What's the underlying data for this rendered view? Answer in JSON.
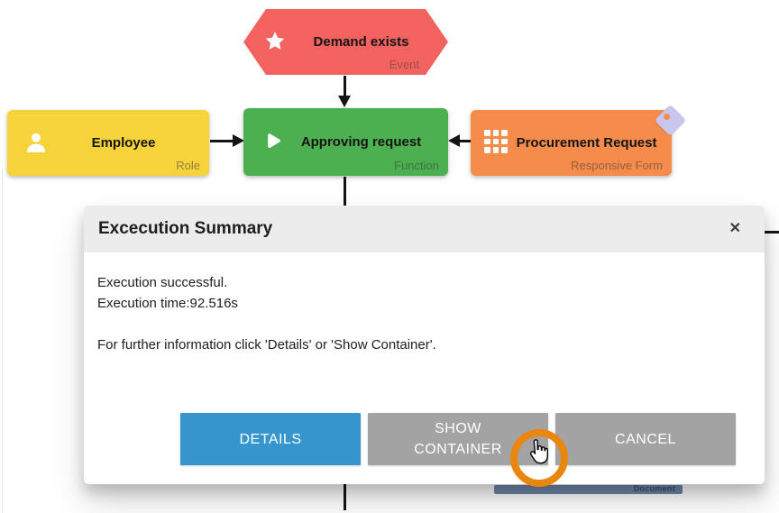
{
  "diagram": {
    "nodes": {
      "event": {
        "label": "Demand exists",
        "type_label": "Event",
        "color": "#f26360",
        "icon": "star-icon"
      },
      "role": {
        "label": "Employee",
        "type_label": "Role",
        "color": "#f6d33a",
        "icon": "person-icon"
      },
      "function": {
        "label": "Approving request",
        "type_label": "Function",
        "color": "#4cb050",
        "icon": "play-icon"
      },
      "form": {
        "label": "Procurement Request",
        "type_label": "Responsive Form",
        "color": "#f68c4c",
        "icon": "grid-icon"
      },
      "document": {
        "label": "Document",
        "color": "#6e87a8"
      }
    }
  },
  "modal": {
    "title": "Excecution Summary",
    "close_glyph": "✕",
    "body": {
      "line1": "Execution successful.",
      "line2": "Execution time:92.516s",
      "line3": "For further information click 'Details' or 'Show Container'."
    },
    "buttons": [
      {
        "label": "DETAILS",
        "color": "#3795ce"
      },
      {
        "label": "SHOW CONTAINER",
        "color": "#a3a3a3"
      },
      {
        "label": "CANCEL",
        "color": "#a3a3a3"
      }
    ]
  },
  "cursor": {
    "highlight_color": "#e8860e"
  }
}
